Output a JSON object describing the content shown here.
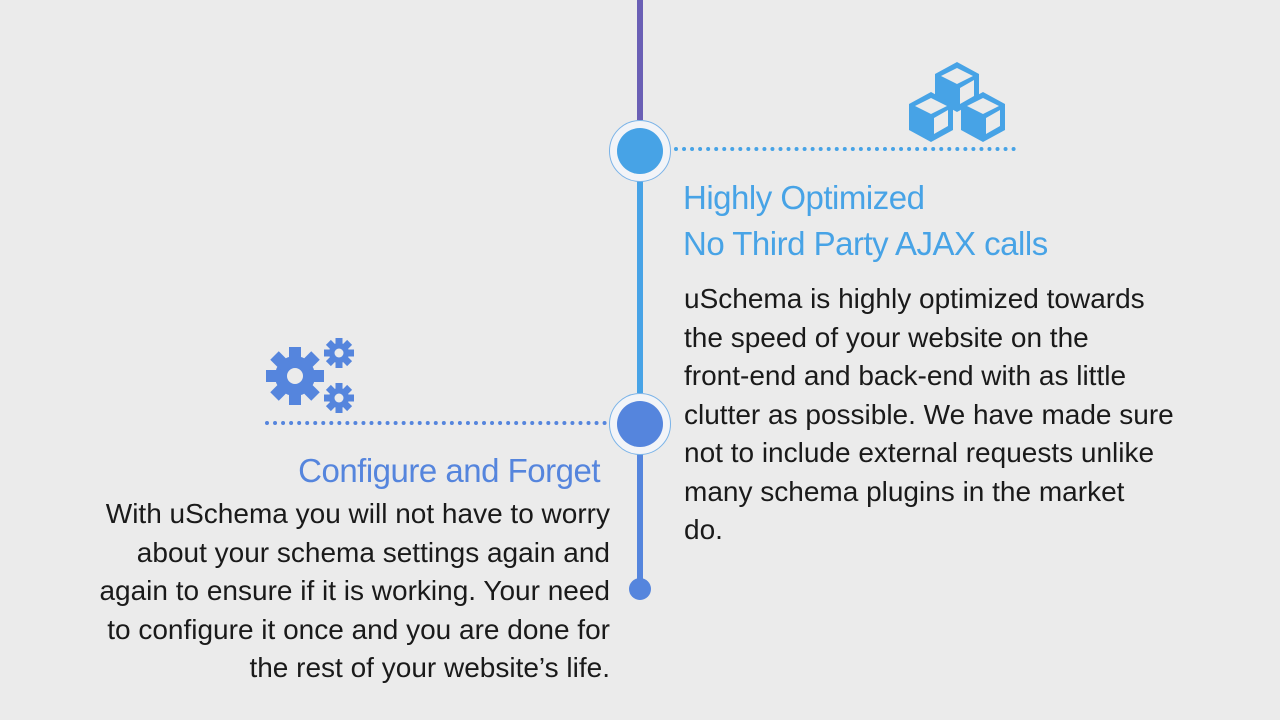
{
  "colors": {
    "background": "#ebebeb",
    "timeline_top": "#6a5fb5",
    "accent_light_blue": "#47a3e6",
    "accent_blue": "#5585dd",
    "text": "#1a1a1a"
  },
  "timeline": {
    "items": [
      {
        "icon": "cubes-icon",
        "title_lines": [
          "Highly Optimized",
          "No Third Party AJAX calls"
        ],
        "body_lines": [
          "uSchema is highly optimized towards",
          "the speed of your website on the",
          "front-end and back-end with as little",
          "clutter as possible. We have made sure",
          "not to include external requests unlike",
          "many schema plugins in the market",
          "do."
        ]
      },
      {
        "icon": "gears-icon",
        "title_lines": [
          "Configure and Forget"
        ],
        "body_lines": [
          "With uSchema you will not have to worry",
          "about your schema settings again and",
          "again to ensure if it is working. Your need",
          "to configure it once and you are done for",
          "the rest of your website’s life."
        ]
      }
    ]
  }
}
